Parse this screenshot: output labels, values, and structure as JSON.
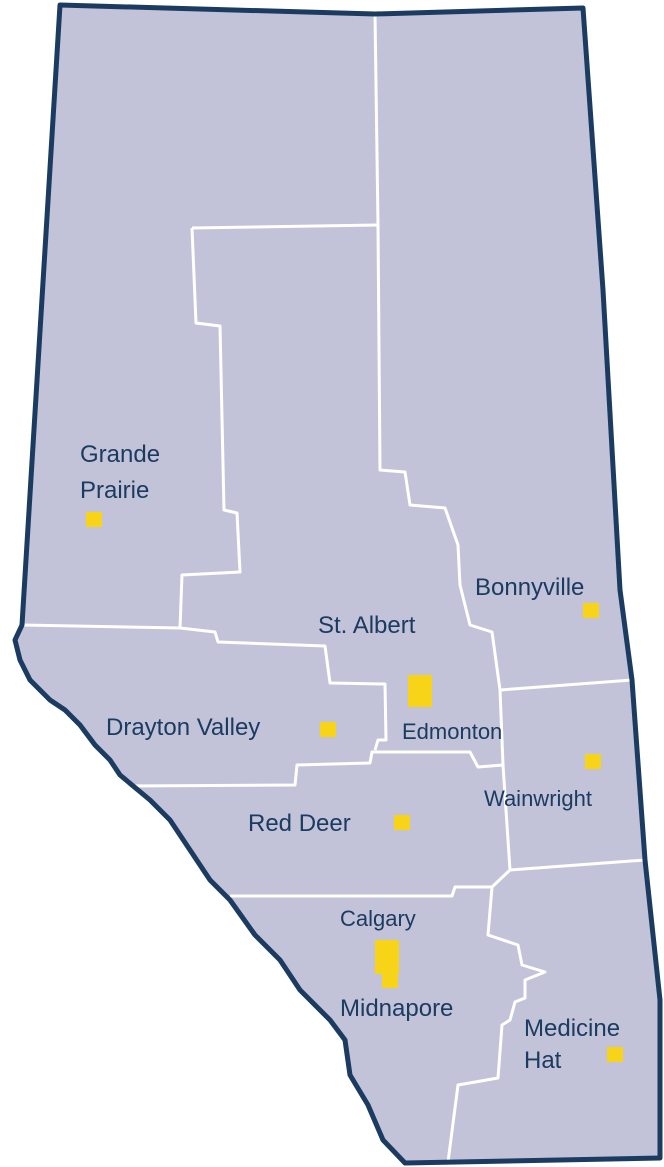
{
  "map": {
    "colors": {
      "land": "#c2c3d8",
      "outline": "#1b3b61",
      "region_border": "#ffffff",
      "marker": "#f7d417",
      "label": "#1b3b61"
    },
    "labels": {
      "grande_prairie_line1": "Grande",
      "grande_prairie_line2": "Prairie",
      "bonnyville": "Bonnyville",
      "st_albert": "St. Albert",
      "drayton_valley": "Drayton Valley",
      "edmonton": "Edmonton",
      "wainwright": "Wainwright",
      "red_deer": "Red Deer",
      "calgary": "Calgary",
      "midnapore": "Midnapore",
      "medicine_hat_line1": "Medicine",
      "medicine_hat_line2": "Hat"
    }
  }
}
